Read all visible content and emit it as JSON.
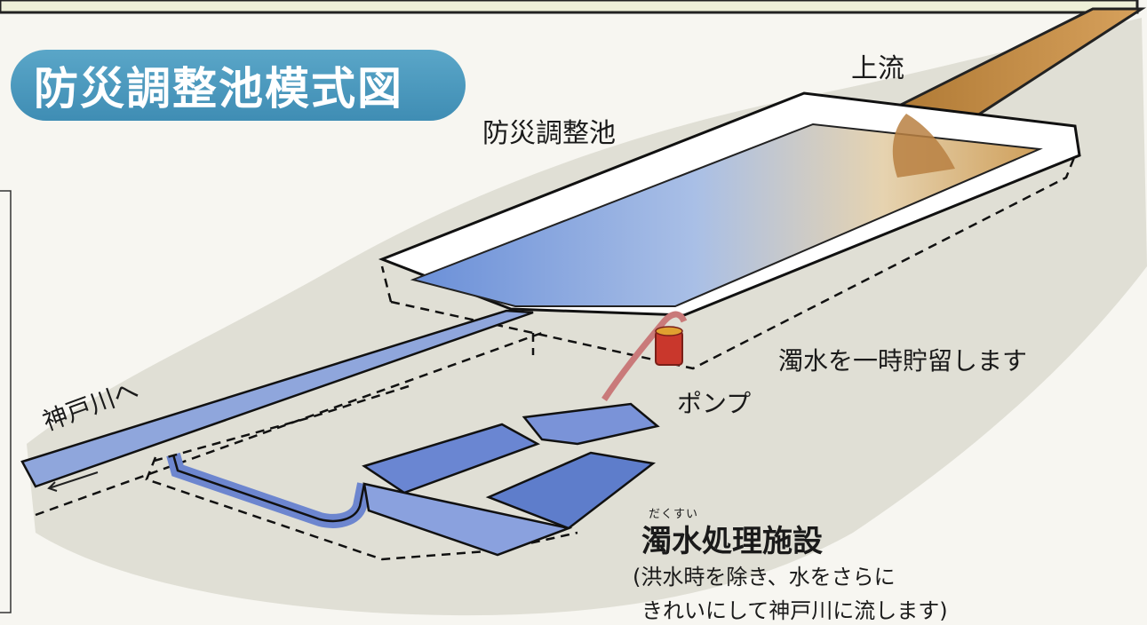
{
  "title": "防災調整池模式図",
  "labels": {
    "upstream": "上流",
    "pond": "防災調整池",
    "storage": "濁水を一時貯留します",
    "pump": "ポンプ",
    "to_river": "神戸川へ",
    "facility_ruby": "だくすい",
    "facility": "濁水処理施設",
    "note_line1": "(洪水時を除き、水をさらに",
    "note_line2": "きれいにして神戸川に流します)"
  },
  "colors": {
    "title_bg": "#4a98bf",
    "water": "#5a7fcf",
    "sediment": "#c78a3e",
    "ground": "#d8d6cc",
    "pump": "#c9372c"
  }
}
